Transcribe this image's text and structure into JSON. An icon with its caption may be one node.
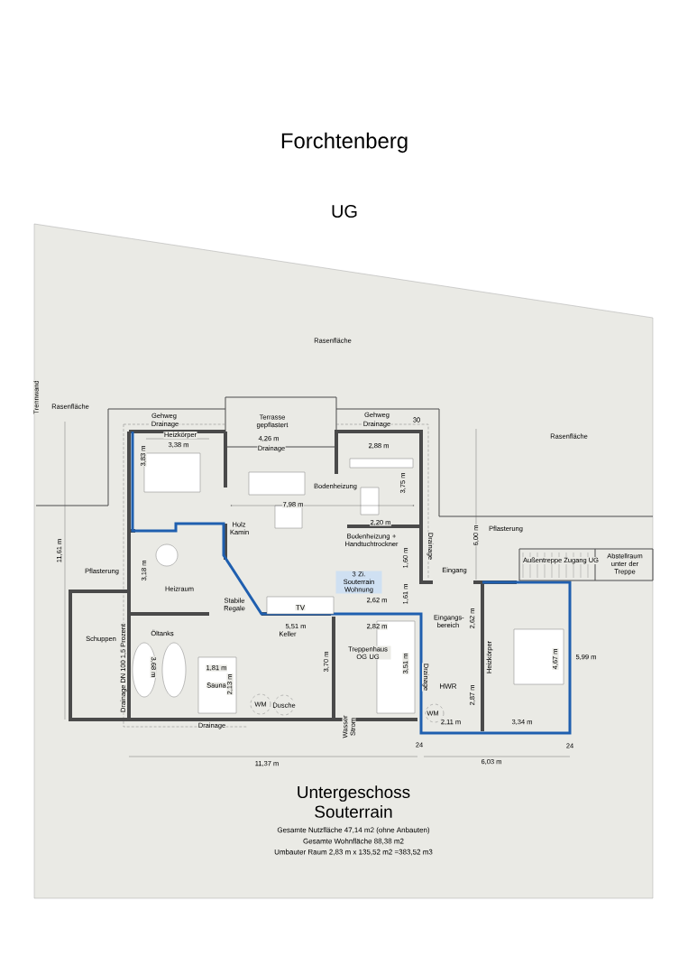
{
  "diagram": {
    "title": "Forchtenberg",
    "labels": [
      "UG",
      "Trennwand",
      "Rasenfläche",
      "Rasenfläche",
      "Gehweg",
      "Terrasse gepflastert",
      "Gehweg",
      "30",
      "Drainage",
      "Drainage",
      "Heizkörper",
      "4,26 m",
      "Rasenfläche",
      "3,38 m",
      "Drainage",
      "2,88 m",
      "3,83 m",
      "3,75 m",
      "Bodenheizung",
      "7,98 m",
      "2,20 m",
      "6,00 m",
      "11,61 m",
      "Holz Kamin",
      "Pflasterung",
      "Bodenheizung + Handtuchtrockner",
      "1,60 m",
      "Drainage",
      "Außentreppe Zugang UG",
      "Abstellraum unter der Treppe",
      "Pflasterung",
      "3,18 m",
      "Eingang",
      "3 Zi. Souterrain Wohnung",
      "Heizraum",
      "Stabile Regale",
      "2,62 m",
      "1,61 m",
      "TV",
      "Eingangs- bereich",
      "2,62 m",
      "Schuppen",
      "Öltanks",
      "5,51 m",
      "Keller",
      "2,82 m",
      "Treppenhaus OG UG",
      "Heizkörper",
      "5,99 m",
      "Drainage DN 100 1,5 Prozent",
      "3,68 m",
      "1,81 m",
      "3,70 m",
      "3,51 m",
      "4,67 m",
      "Sauna",
      "2,13 m",
      "Drainage",
      "HWR",
      "2,87 m",
      "WM",
      "Dusche",
      "WM",
      "Drainage",
      "Wasser Strom",
      "2,11 m",
      "3,34 m",
      "24",
      "24",
      "11,37 m",
      "6,03 m",
      "Untergeschoss Souterrain",
      "Gesamte Nutzfläche 47,14 m2 (ohne Anbauten)",
      "Gesamte Wohnfläche 88,38 m2",
      "Umbauter Raum 2,83 m x 135,52 m2 =383,52 m3"
    ]
  }
}
